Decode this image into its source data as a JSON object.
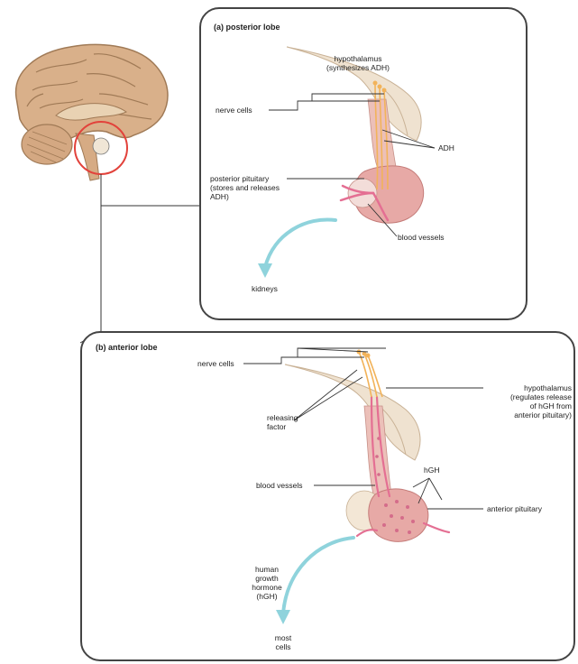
{
  "panel_a": {
    "title": "(a) posterior lobe",
    "labels": {
      "hypothalamus": "hypothalamus",
      "hypothalamus_note": "(synthesizes ADH)",
      "nerve_cells": "nerve cells",
      "adh": "ADH",
      "posterior_pituitary": "posterior pituitary",
      "posterior_pituitary_note1": "(stores and releases",
      "posterior_pituitary_note2": "ADH)",
      "blood_vessels": "blood vessels",
      "kidneys": "kidneys"
    }
  },
  "panel_b": {
    "title": "(b) anterior lobe",
    "labels": {
      "nerve_cells": "nerve cells",
      "hypothalamus": "hypothalamus",
      "hypothalamus_note1": "(regulates release",
      "hypothalamus_note2": "of hGH from",
      "hypothalamus_note3": "anterior pituitary)",
      "releasing_factor1": "releasing",
      "releasing_factor2": "factor",
      "hgh": "hGH",
      "blood_vessels": "blood vessels",
      "anterior_pituitary": "anterior pituitary",
      "growth_hormone1": "human",
      "growth_hormone2": "growth",
      "growth_hormone3": "hormone",
      "growth_hormone4": "(hGH)",
      "target1": "most",
      "target2": "cells"
    }
  },
  "colors": {
    "brain": "#c9a27e",
    "brain_dark": "#a07a56",
    "hypothalamus": "#e8d8c4",
    "pituitary": "#e7a9a6",
    "vessel": "#e46f93",
    "nerve": "#f2b35a",
    "arrow": "#8fd3dc",
    "highlight_circle": "#e2423b"
  }
}
